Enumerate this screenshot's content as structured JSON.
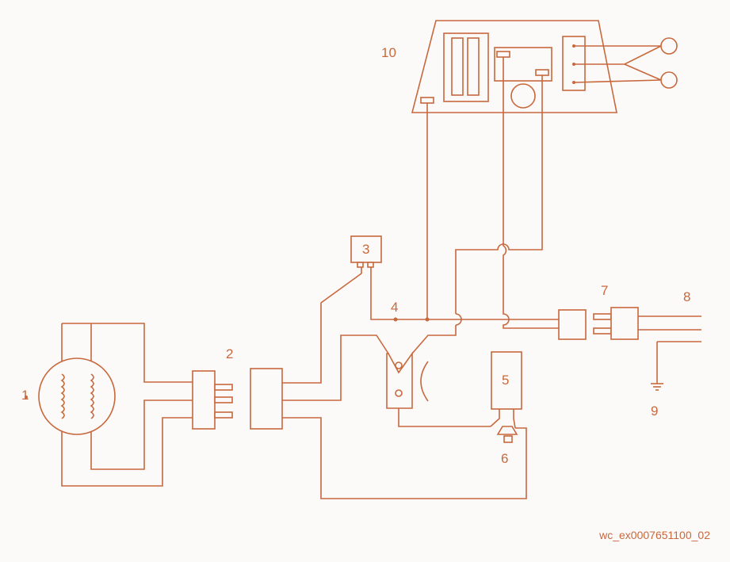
{
  "diagram": {
    "labels": {
      "l1": "1",
      "l2": "2",
      "l3": "3",
      "l4": "4",
      "l5": "5",
      "l6": "6",
      "l7": "7",
      "l8": "8",
      "l9": "9",
      "l10": "10"
    },
    "image_code": "wc_ex0007651100_02"
  },
  "colors": {
    "stroke": "#c8683d",
    "background": "#fbfaf8"
  }
}
